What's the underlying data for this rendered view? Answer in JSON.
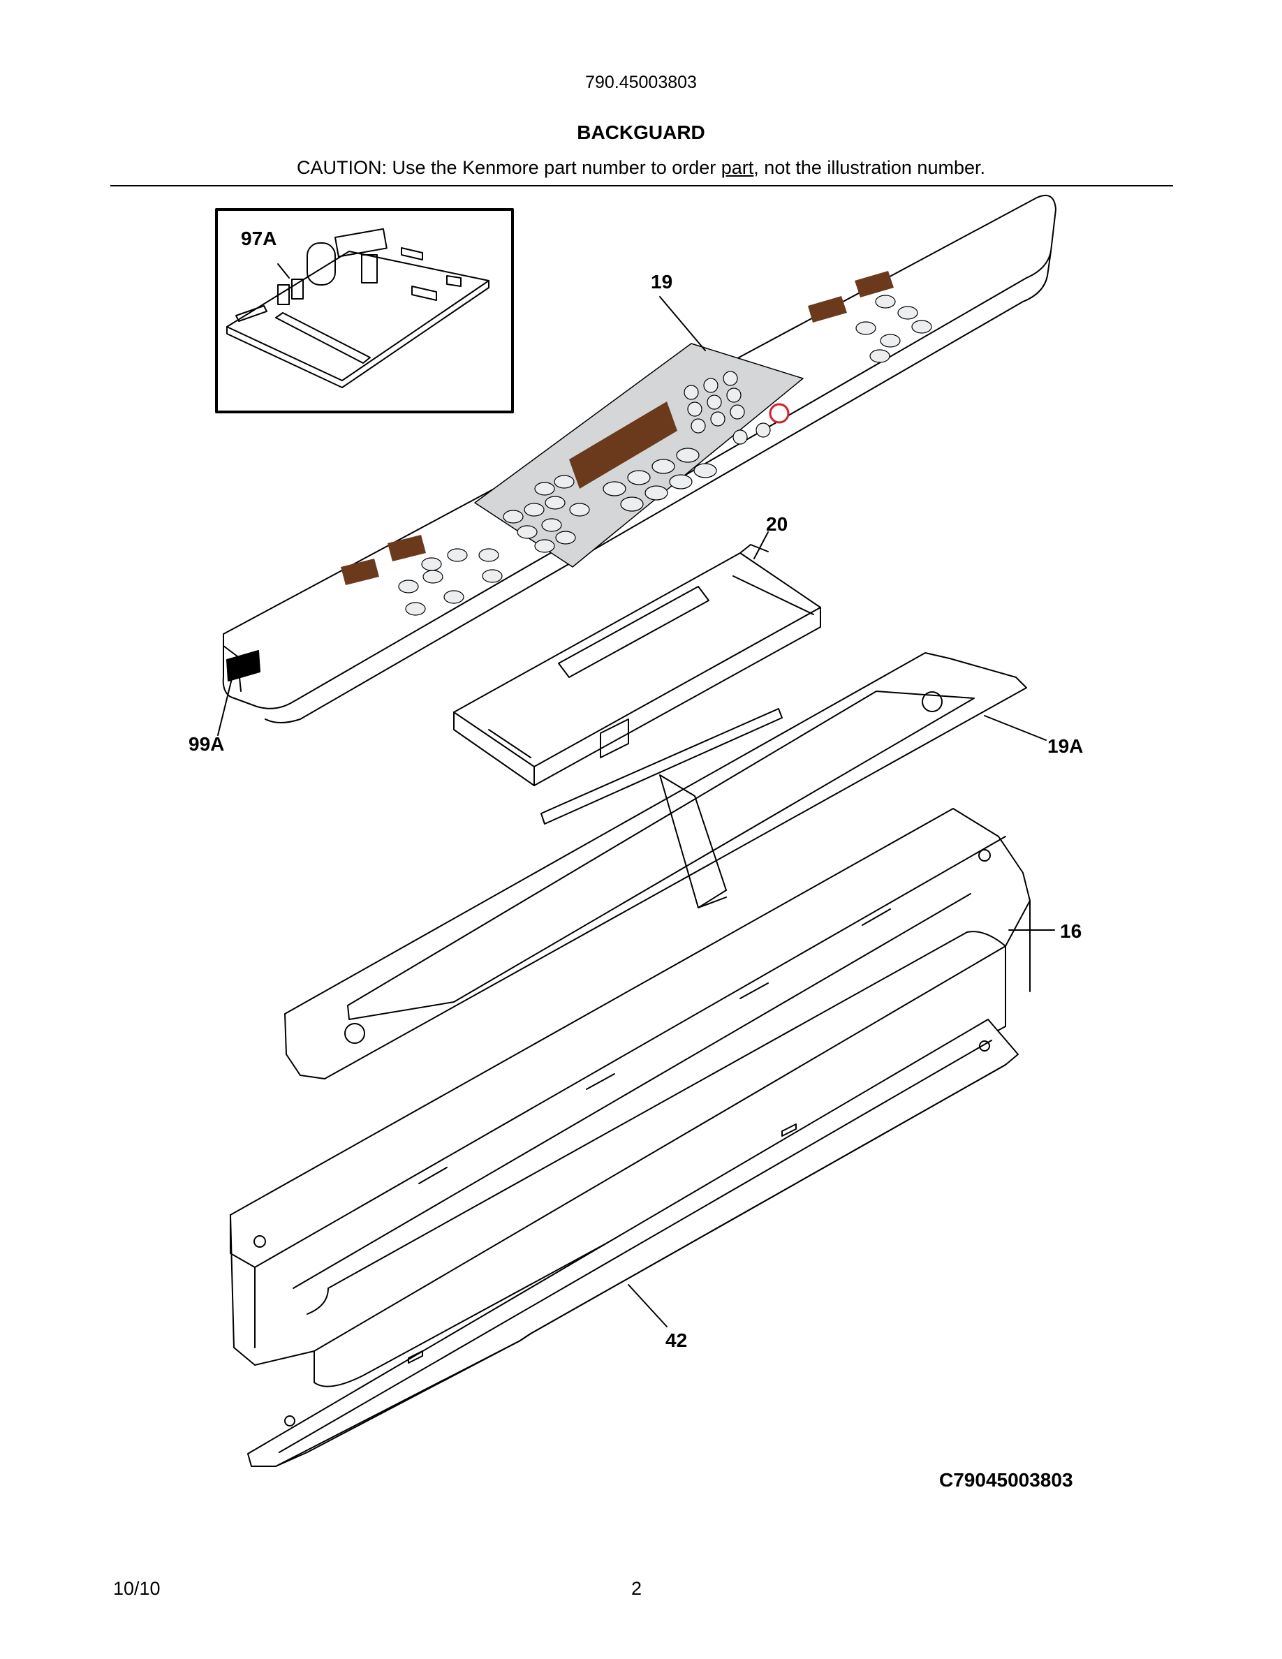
{
  "header": {
    "model_number": "790.45003803",
    "section_title": "BACKGUARD",
    "caution_prefix": "CAUTION: Use the Kenmore part number to order ",
    "caution_underlined": "part",
    "caution_suffix": ", not the illustration number."
  },
  "callouts": {
    "c97a": "97A",
    "c19": "19",
    "c20": "20",
    "c99a": "99A",
    "c19a": "19A",
    "c16": "16",
    "c42": "42"
  },
  "illustration_code": "C79045003803",
  "footer": {
    "date": "10/10",
    "page": "2"
  },
  "colors": {
    "display_window": "#6b3a1c",
    "keypad_panel": "#d4d6d8",
    "stop_key_ring": "#d0202a",
    "line": "#000000"
  }
}
